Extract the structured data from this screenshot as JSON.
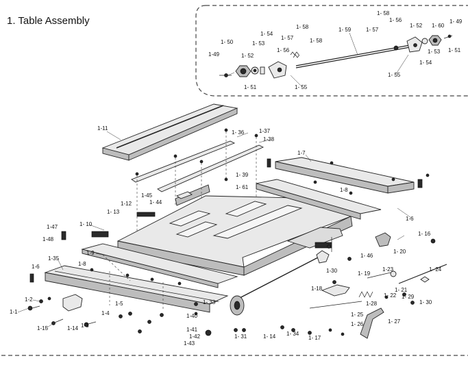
{
  "header": {
    "title": "1.   Table Assembly"
  },
  "callouts": {
    "c_1_1": "1-1",
    "c_1_2": "1-2",
    "c_1_3": "1-3",
    "c_1_4": "1-4",
    "c_1_5": "1-5",
    "c_1_6a": "1-6",
    "c_1_6b": "1-6",
    "c_1_7": "1-7",
    "c_1_8a": "1-8",
    "c_1_8b": "1-8",
    "c_1_9": "1-9",
    "c_1_10": "1- 10",
    "c_1_11": "1-11",
    "c_1_12": "1-12",
    "c_1_13": "1- 13",
    "c_1_14a": "1-14",
    "c_1_14b": "1- 14",
    "c_1_15": "1-15",
    "c_1_16": "1- 16",
    "c_1_17": "1- 17",
    "c_1_18": "1-18",
    "c_1_19": "1- 19",
    "c_1_20": "1- 20",
    "c_1_21": "1- 21",
    "c_1_22": "1- 22",
    "c_1_23": "1-23",
    "c_1_24": "1- 24",
    "c_1_25": "1- 25",
    "c_1_26": "1- 26",
    "c_1_27": "1- 27",
    "c_1_28": "1-28",
    "c_1_29": "1- 29",
    "c_1_30a": "1-30",
    "c_1_30b": "1- 30",
    "c_1_31": "1- 31",
    "c_1_33": "1- 33",
    "c_1_34": "1- 34",
    "c_1_35": "1-35",
    "c_1_36": "1- 36",
    "c_1_37": "1-37",
    "c_1_38": "1-38",
    "c_1_39": "1- 39",
    "c_1_40": "1-40",
    "c_1_41": "1-41",
    "c_1_42": "1-42",
    "c_1_43": "1-43",
    "c_1_44": "1- 44",
    "c_1_45": "1-45",
    "c_1_46": "1- 46",
    "c_1_47": "1-47",
    "c_1_48": "1-48",
    "c_1_61": "1- 61"
  },
  "inset_callouts": {
    "c_1_49a": "1-49",
    "c_1_49b": "1- 49",
    "c_1_50": "1- 50",
    "c_1_51a": "1- 51",
    "c_1_51b": "1- 51",
    "c_1_52a": "1- 52",
    "c_1_52b": "1- 52",
    "c_1_53a": "1- 53",
    "c_1_53b": "1- 53",
    "c_1_54a": "1- 54",
    "c_1_54b": "1- 54",
    "c_1_55a": "1- 55",
    "c_1_55b": "1- 55",
    "c_1_56a": "1- 56",
    "c_1_56b": "1- 56",
    "c_1_57a": "1- 57",
    "c_1_57b": "1- 57",
    "c_1_58a": "1- 58",
    "c_1_58b": "1- 58",
    "c_1_58c": "1- 58",
    "c_1_59": "1- 59",
    "c_1_60": "1- 60"
  }
}
